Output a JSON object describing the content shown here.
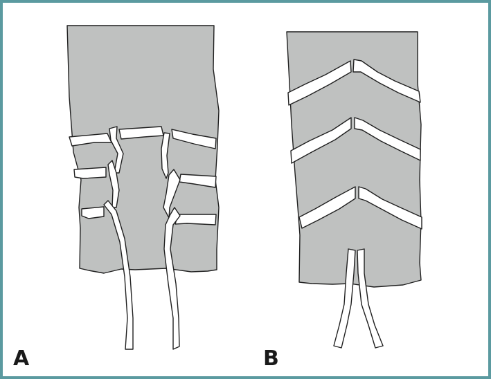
{
  "figure": {
    "panels": [
      {
        "id": "A",
        "label": "A",
        "description": "Fabric panel with straps woven in a lattice, two strap tails hanging below"
      },
      {
        "id": "B",
        "label": "B",
        "description": "Fabric panel with three chevron straps, two strap tails crossing below"
      }
    ],
    "colors": {
      "frame_border": "#5b9aa0",
      "fabric_fill": "#bfc1c0",
      "strap_fill": "#ffffff",
      "outline": "#1f1f1f",
      "label_text": "#1a1a1a"
    }
  }
}
